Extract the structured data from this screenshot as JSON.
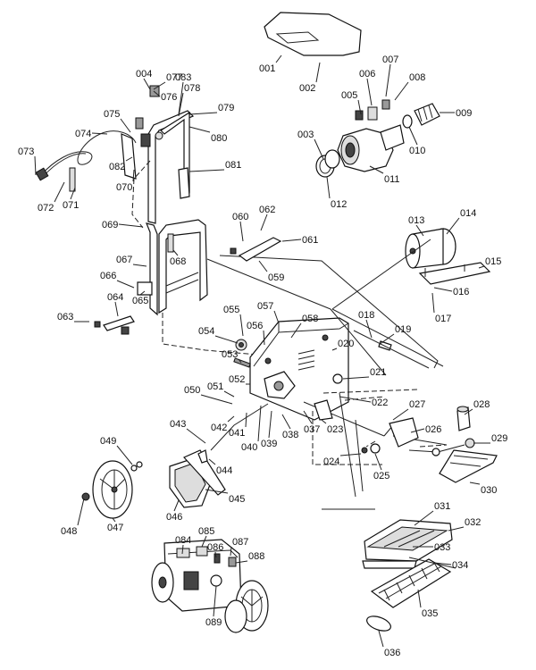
{
  "diagram": {
    "labels": [
      "001",
      "002",
      "003",
      "004",
      "005",
      "006",
      "007",
      "008",
      "009",
      "010",
      "011",
      "012",
      "013",
      "014",
      "015",
      "016",
      "017",
      "018",
      "019",
      "020",
      "021",
      "022",
      "023",
      "024",
      "025",
      "026",
      "027",
      "028",
      "029",
      "030",
      "031",
      "032",
      "033",
      "034",
      "035",
      "036",
      "037",
      "038",
      "039",
      "040",
      "041",
      "042",
      "043",
      "044",
      "045",
      "046",
      "047",
      "048",
      "049",
      "050",
      "051",
      "052",
      "053",
      "054",
      "055",
      "056",
      "057",
      "058",
      "059",
      "060",
      "061",
      "062",
      "063",
      "064",
      "065",
      "066",
      "067",
      "068",
      "069",
      "070",
      "071",
      "072",
      "073",
      "074",
      "075",
      "076",
      "077",
      "078",
      "079",
      "080",
      "081",
      "082",
      "083",
      "084",
      "085",
      "086",
      "087",
      "088",
      "089"
    ]
  }
}
